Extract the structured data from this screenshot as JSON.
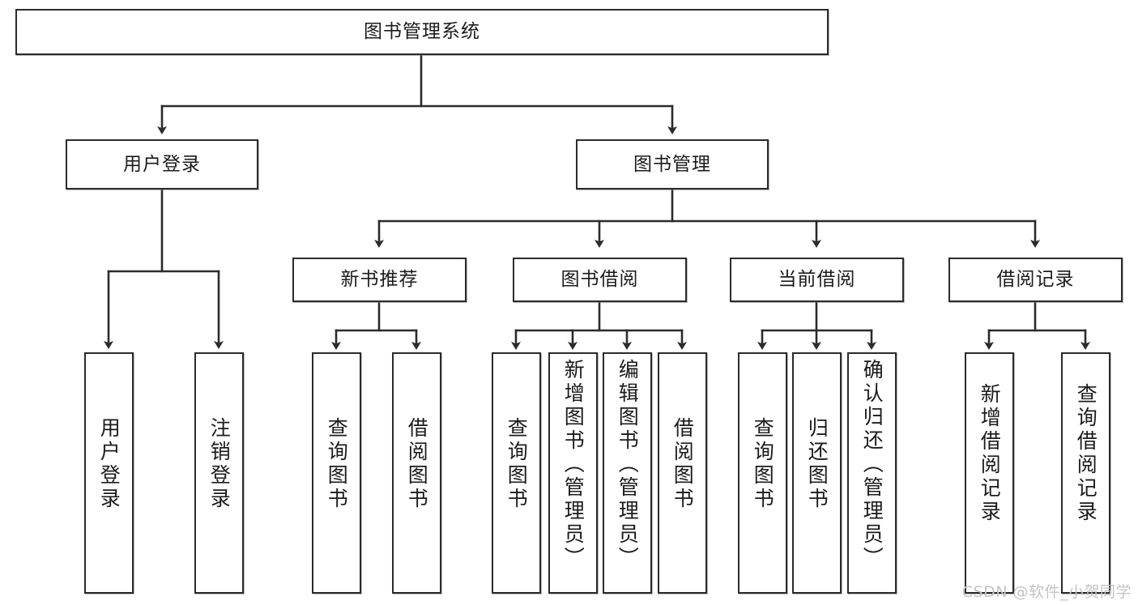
{
  "diagram": {
    "title": "图书管理系统",
    "type": "tree",
    "watermark": "CSDN @软件_小贺同学",
    "colors": {
      "stroke": "#2b2b2b",
      "fill": "#ffffff",
      "text": "#1b1b1b",
      "watermark": "#c4c4c4"
    },
    "nodes": {
      "root": {
        "label": "图书管理系统",
        "orientation": "horizontal"
      },
      "level2": [
        {
          "id": "user-login",
          "label": "用户登录",
          "orientation": "horizontal"
        },
        {
          "id": "book-manage",
          "label": "图书管理",
          "orientation": "horizontal"
        }
      ],
      "level3": [
        {
          "id": "new-book-recommend",
          "label": "新书推荐",
          "orientation": "horizontal"
        },
        {
          "id": "book-borrow",
          "label": "图书借阅",
          "orientation": "horizontal"
        },
        {
          "id": "current-borrow",
          "label": "当前借阅",
          "orientation": "horizontal"
        },
        {
          "id": "borrow-record",
          "label": "借阅记录",
          "orientation": "horizontal"
        }
      ],
      "leaves": {
        "user_login": [
          {
            "id": "leaf-user-login",
            "label": "用户登录",
            "orientation": "vertical"
          },
          {
            "id": "leaf-logout",
            "label": "注销登录",
            "orientation": "vertical"
          }
        ],
        "new_book_recommend": [
          {
            "id": "leaf-query-book-1",
            "label": "查询图书",
            "orientation": "vertical"
          },
          {
            "id": "leaf-borrow-book-1",
            "label": "借阅图书",
            "orientation": "vertical"
          }
        ],
        "book_borrow": [
          {
            "id": "leaf-query-book-2",
            "label": "查询图书",
            "orientation": "vertical"
          },
          {
            "id": "leaf-add-book",
            "label": "新增图书（管理员）",
            "orientation": "vertical"
          },
          {
            "id": "leaf-edit-book",
            "label": "编辑图书（管理员）",
            "orientation": "vertical"
          },
          {
            "id": "leaf-borrow-book-2",
            "label": "借阅图书",
            "orientation": "vertical"
          }
        ],
        "current_borrow": [
          {
            "id": "leaf-query-book-3",
            "label": "查询图书",
            "orientation": "vertical"
          },
          {
            "id": "leaf-return-book",
            "label": "归还图书",
            "orientation": "vertical"
          },
          {
            "id": "leaf-confirm-return",
            "label": "确认归还（管理员）",
            "orientation": "vertical"
          }
        ],
        "borrow_record": [
          {
            "id": "leaf-add-record",
            "label": "新增借阅记录",
            "orientation": "vertical"
          },
          {
            "id": "leaf-query-record",
            "label": "查询借阅记录",
            "orientation": "vertical"
          }
        ]
      }
    }
  }
}
